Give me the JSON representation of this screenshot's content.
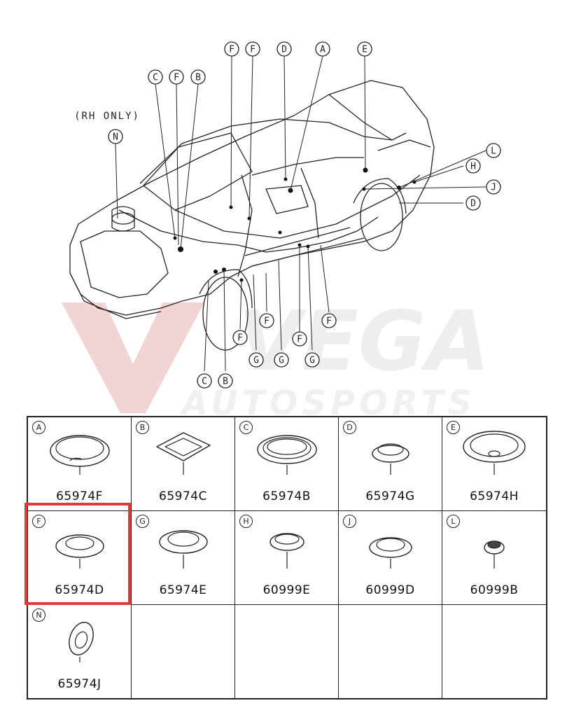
{
  "rh_only_note": "(RH ONLY)",
  "callouts": [
    {
      "letter": "F"
    },
    {
      "letter": "F"
    },
    {
      "letter": "D"
    },
    {
      "letter": "A"
    },
    {
      "letter": "E"
    },
    {
      "letter": "C"
    },
    {
      "letter": "F"
    },
    {
      "letter": "B"
    },
    {
      "letter": "N"
    },
    {
      "letter": "L"
    },
    {
      "letter": "H"
    },
    {
      "letter": "J"
    },
    {
      "letter": "D"
    },
    {
      "letter": "F"
    },
    {
      "letter": "F"
    },
    {
      "letter": "F"
    },
    {
      "letter": "F"
    },
    {
      "letter": "G"
    },
    {
      "letter": "G"
    },
    {
      "letter": "G"
    },
    {
      "letter": "C"
    },
    {
      "letter": "B"
    }
  ],
  "parts": [
    {
      "letter": "A",
      "part_number": "65974F"
    },
    {
      "letter": "B",
      "part_number": "65974C"
    },
    {
      "letter": "C",
      "part_number": "65974B"
    },
    {
      "letter": "D",
      "part_number": "65974G"
    },
    {
      "letter": "E",
      "part_number": "65974H"
    },
    {
      "letter": "F",
      "part_number": "65974D"
    },
    {
      "letter": "G",
      "part_number": "65974E"
    },
    {
      "letter": "H",
      "part_number": "60999E"
    },
    {
      "letter": "J",
      "part_number": "60999D"
    },
    {
      "letter": "L",
      "part_number": "60999B"
    },
    {
      "letter": "N",
      "part_number": "65974J"
    }
  ],
  "watermark": {
    "line1": "VEGA",
    "line2": "AUTOSPORTS"
  },
  "colors": {
    "line": "#222222",
    "highlight": "#e03a3a",
    "watermark": "#f2d4d4"
  }
}
